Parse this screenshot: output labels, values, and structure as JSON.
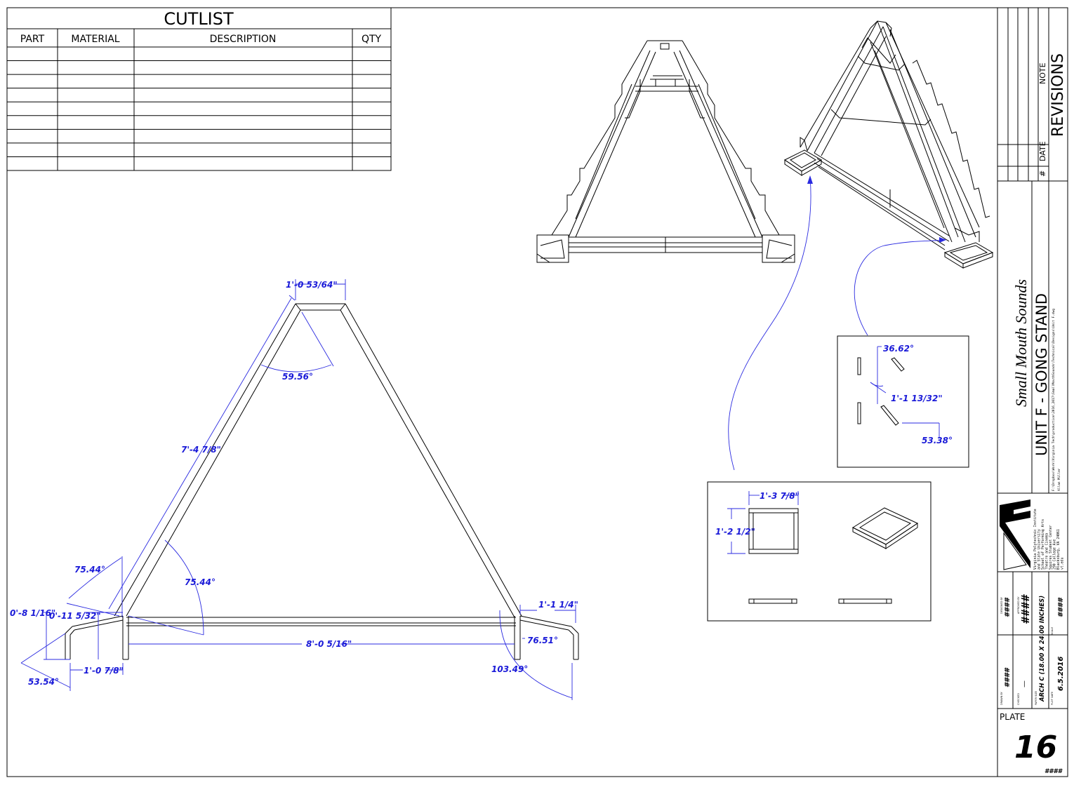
{
  "cutlist": {
    "title": "CUTLIST",
    "headers": [
      "PART",
      "MATERIAL",
      "DESCRIPTION",
      "QTY"
    ],
    "rows": [
      [
        "",
        "",
        "",
        ""
      ],
      [
        "",
        "",
        "",
        ""
      ],
      [
        "",
        "",
        "",
        ""
      ],
      [
        "",
        "",
        "",
        ""
      ],
      [
        "",
        "",
        "",
        ""
      ],
      [
        "",
        "",
        "",
        ""
      ],
      [
        "",
        "",
        "",
        ""
      ],
      [
        "",
        "",
        "",
        ""
      ],
      [
        "",
        "",
        "",
        ""
      ]
    ]
  },
  "dimensions": {
    "top_width": "1'-0 53/64\"",
    "apex_angle": "59.56°",
    "leg_length": "7'-4 7/8\"",
    "left_outer_angle": "75.44°",
    "left_inner_angle": "75.44°",
    "foot_height_a": "0'-8 1/16\"",
    "foot_height_b": "0'-11 5/32\"",
    "foot_angle": "53.54°",
    "foot_length_left": "1'-0 7/8\"",
    "base_length": "8'-0 5/16\"",
    "foot_length_right": "1'-1 1/4\"",
    "right_angle_a": "76.51°",
    "right_angle_b": "103.49°",
    "detail_angle_top": "36.62°",
    "detail_length": "1'-1 13/32\"",
    "detail_angle_bottom": "53.38°",
    "base_frame_width": "1'-3 7/8\"",
    "base_frame_depth": "1'-2 1/2\""
  },
  "title_block": {
    "revisions_label": "REVISIONS",
    "rev_cols": [
      "#",
      "DATE",
      "NOTE"
    ],
    "company": "Small Mouth Sounds",
    "drawing_title": "UNIT F - GONG STAND",
    "file_path": "F:\\Dropbox\\Work\\Virginia Tech\\production\\2016_2017\\SmallMouthSounds\\Technical\\Designs\\Unit F.dwg",
    "drawn_by": "Allan Miller",
    "school_lines": [
      "Virginia Polytechnic Institute",
      "and State University",
      "School of Performing Arts",
      "Theatre and Cinema",
      "Squires Student Center",
      "290 College Ave",
      "Blacksburg, VA 24061",
      "vt.edu"
    ],
    "logo": "VT",
    "field_labels": [
      "DESIGNED BY",
      "APPROVED BY",
      "DRAWN BY",
      "CHECKED",
      "PAPER SIZE",
      "SCALE",
      "PLOT DATE"
    ],
    "designed_by": "####",
    "approved_by": "####",
    "drawn_field": "####",
    "checked": "—",
    "paper_size": "ARCH C (18.00 X 24.00 INCHES)",
    "scale": "####",
    "plot_date": "6.5.2016",
    "plate_label": "PLATE",
    "plate_number": "16",
    "sheet_code": "####"
  }
}
